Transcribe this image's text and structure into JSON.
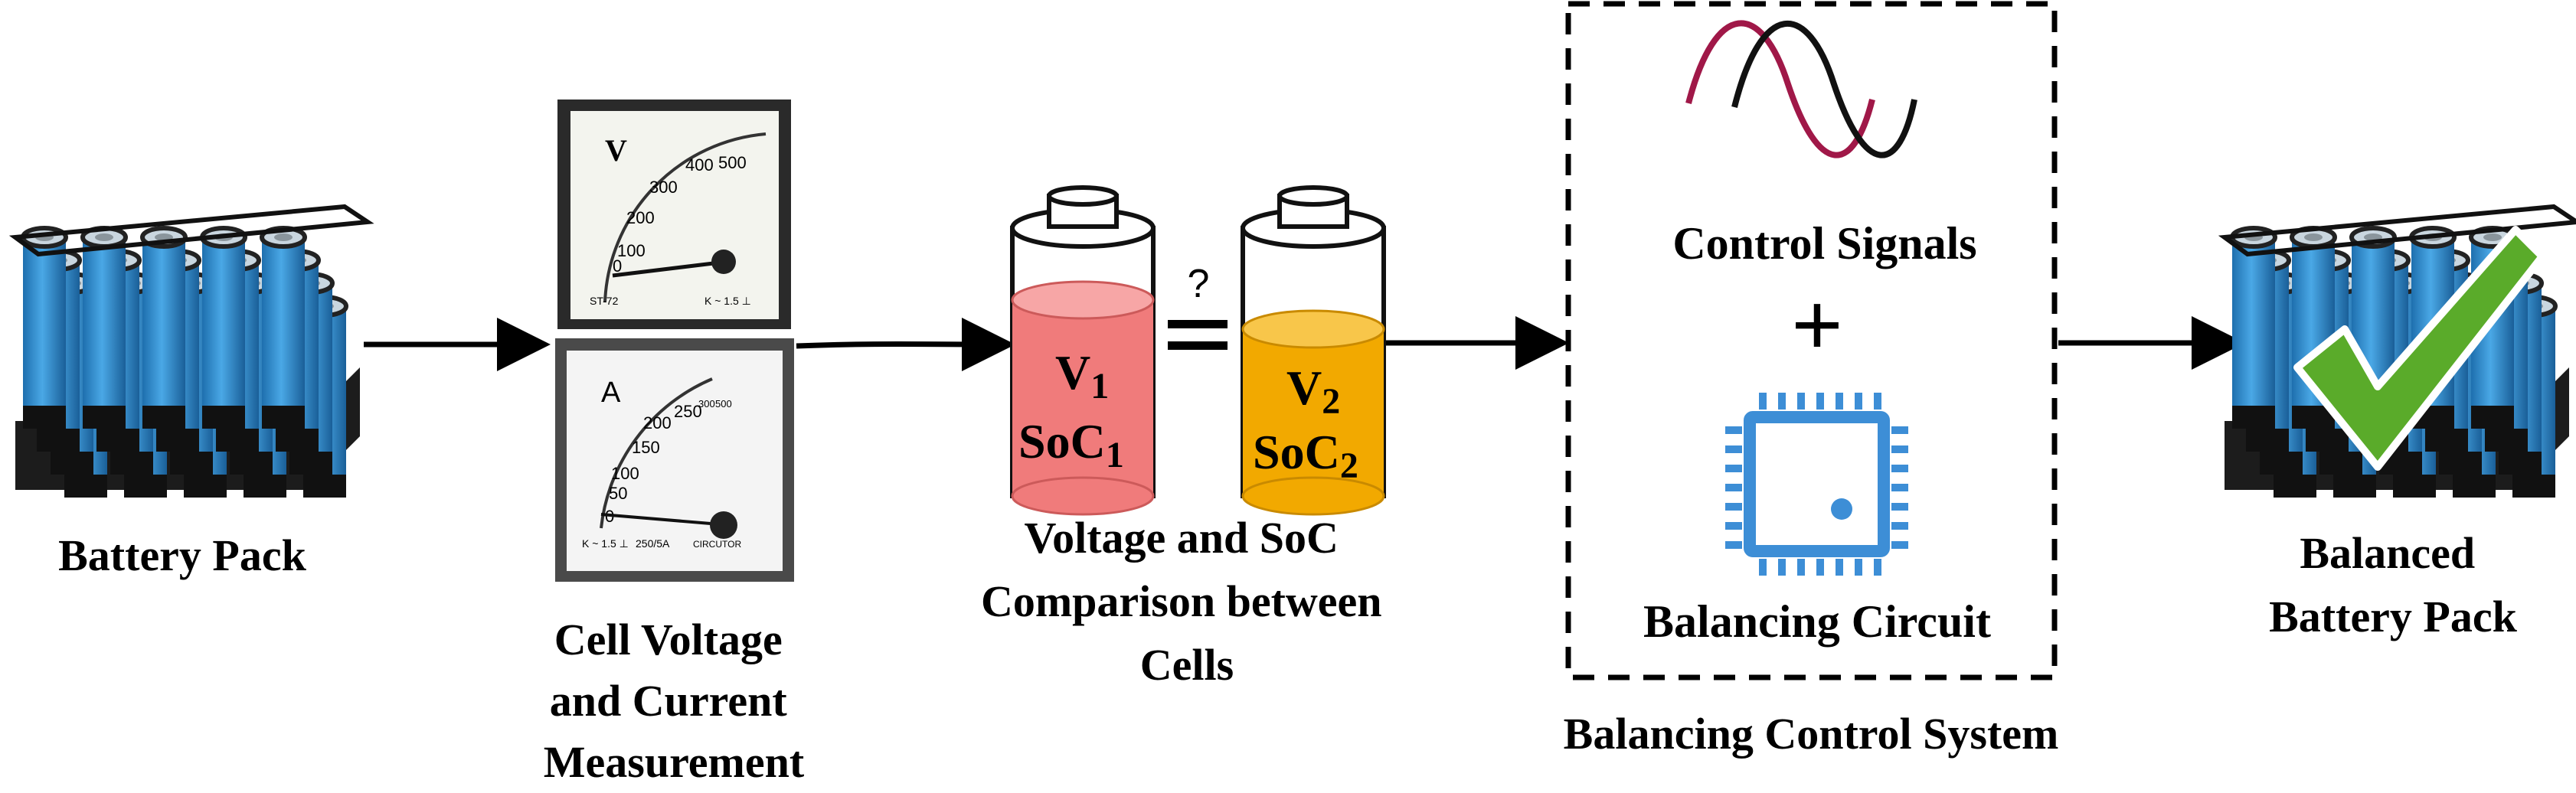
{
  "stages": {
    "battery_pack": {
      "label": "Battery Pack"
    },
    "measurement": {
      "label_lines": [
        "Cell Voltage",
        "and Current",
        "Measurement"
      ],
      "voltmeter": {
        "unit": "V",
        "scale": [
          "0",
          "100",
          "200",
          "300",
          "400",
          "500"
        ],
        "model": "ST-72",
        "mark": "K ~ 1.5 ⊥"
      },
      "ammeter": {
        "unit": "A",
        "scale": [
          "0",
          "50",
          "100",
          "150",
          "200",
          "250",
          "300",
          "500"
        ],
        "model": "250/5A",
        "mark": "K ~ 1.5 ⊥",
        "brand": "CIRCUTOR"
      }
    },
    "comparison": {
      "label_lines": [
        "Voltage and SoC",
        "Comparison between",
        "Cells"
      ],
      "cell1": {
        "v": "V",
        "v_sub": "1",
        "soc": "SoC",
        "soc_sub": "1",
        "color": "#f07b7b"
      },
      "cell2": {
        "v": "V",
        "v_sub": "2",
        "soc": "SoC",
        "soc_sub": "2",
        "color": "#f2a900"
      },
      "question": "?"
    },
    "control_system": {
      "label": "Balancing Control System",
      "signals_label": "Control Signals",
      "plus": "+",
      "circuit_label": "Balancing Circuit",
      "signal_colors": [
        "#a01848",
        "#111111"
      ],
      "chip_color": "#3d8ed6"
    },
    "balanced": {
      "label_lines": [
        "Balanced",
        "Battery Pack"
      ],
      "check_color": "#5aab2a"
    }
  },
  "colors": {
    "cell_blue": "#2b86c8",
    "arrow": "#000000"
  }
}
